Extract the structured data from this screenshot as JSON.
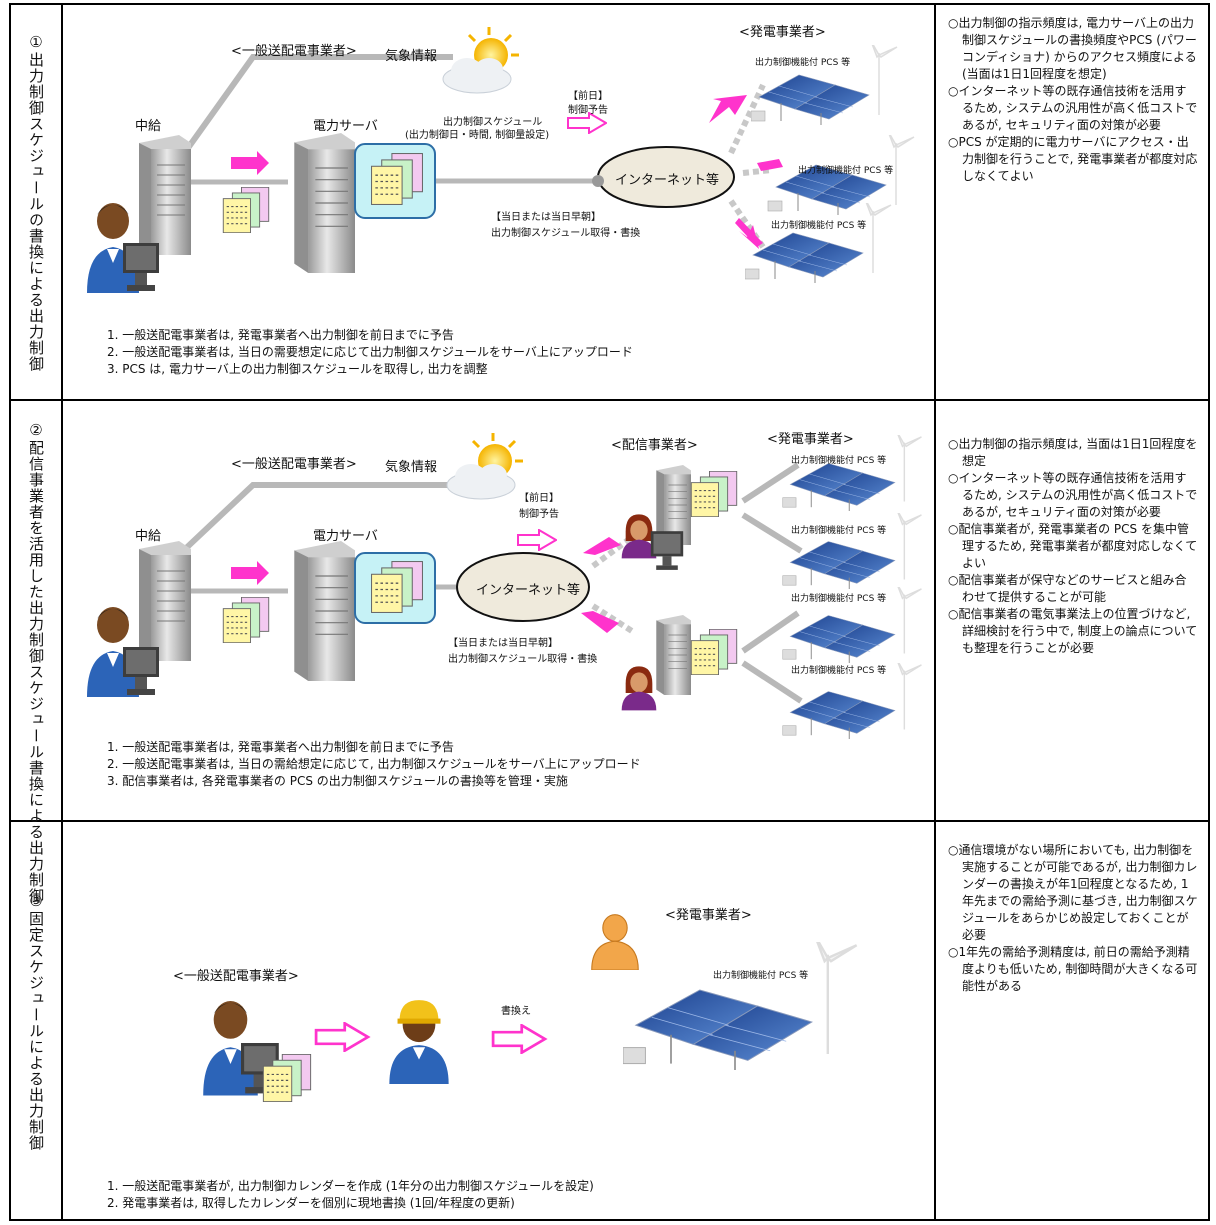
{
  "sections": [
    {
      "label": "①出力制御スケジュールの書換による出力制御",
      "general_operator": "<一般送配電事業者>",
      "weather": "気象情報",
      "central": "中給",
      "server": "電力サーバ",
      "schedule_title": "出力制御スケジュール",
      "schedule_detail": "(出力制御日・時間, 制御量設定)",
      "prev_day": "【前日】",
      "prev_notice": "制御予告",
      "internet": "インターネット等",
      "same_day": "【当日または当日早朝】",
      "same_day_action": "出力制御スケジュール取得・書換",
      "generator": "<発電事業者>",
      "pcs_labels": [
        "出力制御機能付 PCS 等",
        "出力制御機能付 PCS 等",
        "出力制御機能付 PCS 等"
      ],
      "steps": [
        "1. 一般送配電事業者は, 発電事業者へ出力制御を前日までに予告",
        "2. 一般送配電事業者は, 当日の需要想定に応じて出力制御スケジュールをサーバ上にアップロード",
        "3. PCS は, 電力サーバ上の出力制御スケジュールを取得し, 出力を調整"
      ],
      "notes": [
        "○出力制御の指示頻度は, 電力サーバ上の出力制御スケジュールの書換頻度やPCS (パワーコンディショナ) からのアクセス頻度による (当面は1日1回程度を想定)",
        "○インターネット等の既存通信技術を活用するため, システムの汎用性が高く低コストであるが, セキュリティ面の対策が必要",
        "○PCS が定期的に電力サーバにアクセス・出力制御を行うことで, 発電事業者が都度対応しなくてよい"
      ]
    },
    {
      "label": "②配信事業者を活用した出力制御スケジュール書換による出力制御",
      "general_operator": "<一般送配電事業者>",
      "weather": "気象情報",
      "central": "中給",
      "server": "電力サーバ",
      "distributor": "<配信事業者>",
      "generator": "<発電事業者>",
      "prev_day": "【前日】",
      "prev_notice": "制御予告",
      "internet": "インターネット等",
      "same_day": "【当日または当日早朝】",
      "same_day_action": "出力制御スケジュール取得・書換",
      "pcs_labels": [
        "出力制御機能付 PCS 等",
        "出力制御機能付 PCS 等",
        "出力制御機能付 PCS 等",
        "出力制御機能付 PCS 等"
      ],
      "steps": [
        "1. 一般送配電事業者は, 発電事業者へ出力制御を前日までに予告",
        "2. 一般送配電事業者は, 当日の需給想定に応じて, 出力制御スケジュールをサーバ上にアップロード",
        "3. 配信事業者は, 各発電事業者の PCS の出力制御スケジュールの書換等を管理・実施"
      ],
      "notes": [
        "○出力制御の指示頻度は, 当面は1日1回程度を想定",
        "○インターネット等の既存通信技術を活用するため, システムの汎用性が高く低コストであるが, セキュリティ面の対策が必要",
        "○配信事業者が, 発電事業者の PCS を集中管理するため, 発電事業者が都度対応しなくてよい",
        "○配信事業者が保守などのサービスと組み合わせて提供することが可能",
        "○配信事業者の電気事業法上の位置づけなど, 詳細検討を行う中で, 制度上の論点についても整理を行うことが必要"
      ]
    },
    {
      "label": "③固定スケジュールによる出力制御",
      "general_operator": "<一般送配電事業者>",
      "generator": "<発電事業者>",
      "rewrite": "書換え",
      "pcs_label": "出力制御機能付 PCS 等",
      "steps": [
        "1. 一般送配電事業者が, 出力制御カレンダーを作成 (1年分の出力制御スケジュールを設定)",
        "2. 発電事業者は, 取得したカレンダーを個別に現地書換 (1回/年程度の更新)"
      ],
      "notes": [
        "○通信環境がない場所においても, 出力制御を実施することが可能であるが, 出力制御カレンダーの書換えが年1回程度となるため, 1年先までの需給予測に基づき, 出力制御スケジュールをあらかじめ設定しておくことが必要",
        "○1年先の需給予測精度は, 前日の需給予測精度よりも低いため, 制御時間が大きくなる可能性がある"
      ]
    }
  ],
  "colors": {
    "arrow": "#ff33cc",
    "line": "#b8b8b8",
    "dotted": "#c8c8c8",
    "bubble": "#efeadc",
    "screen": "#c6f2f6"
  }
}
